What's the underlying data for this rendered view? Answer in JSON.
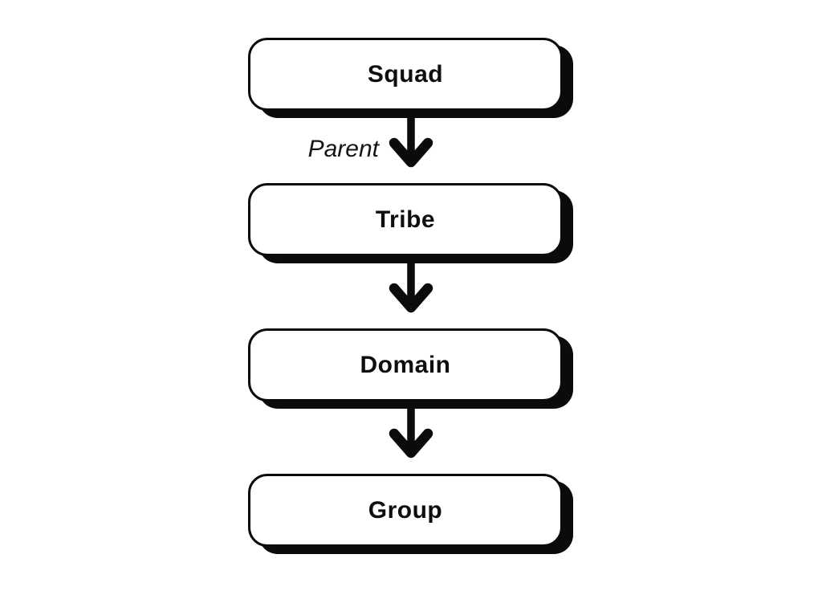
{
  "diagram": {
    "nodes": [
      {
        "label": "Squad"
      },
      {
        "label": "Tribe"
      },
      {
        "label": "Domain"
      },
      {
        "label": "Group"
      }
    ],
    "edges": [
      {
        "from": "Squad",
        "to": "Tribe",
        "label": "Parent"
      },
      {
        "from": "Tribe",
        "to": "Domain",
        "label": ""
      },
      {
        "from": "Domain",
        "to": "Group",
        "label": ""
      }
    ],
    "colors": {
      "ink": "#0b0b0b",
      "box_fill": "#ffffff",
      "background": "#ffffff"
    }
  }
}
